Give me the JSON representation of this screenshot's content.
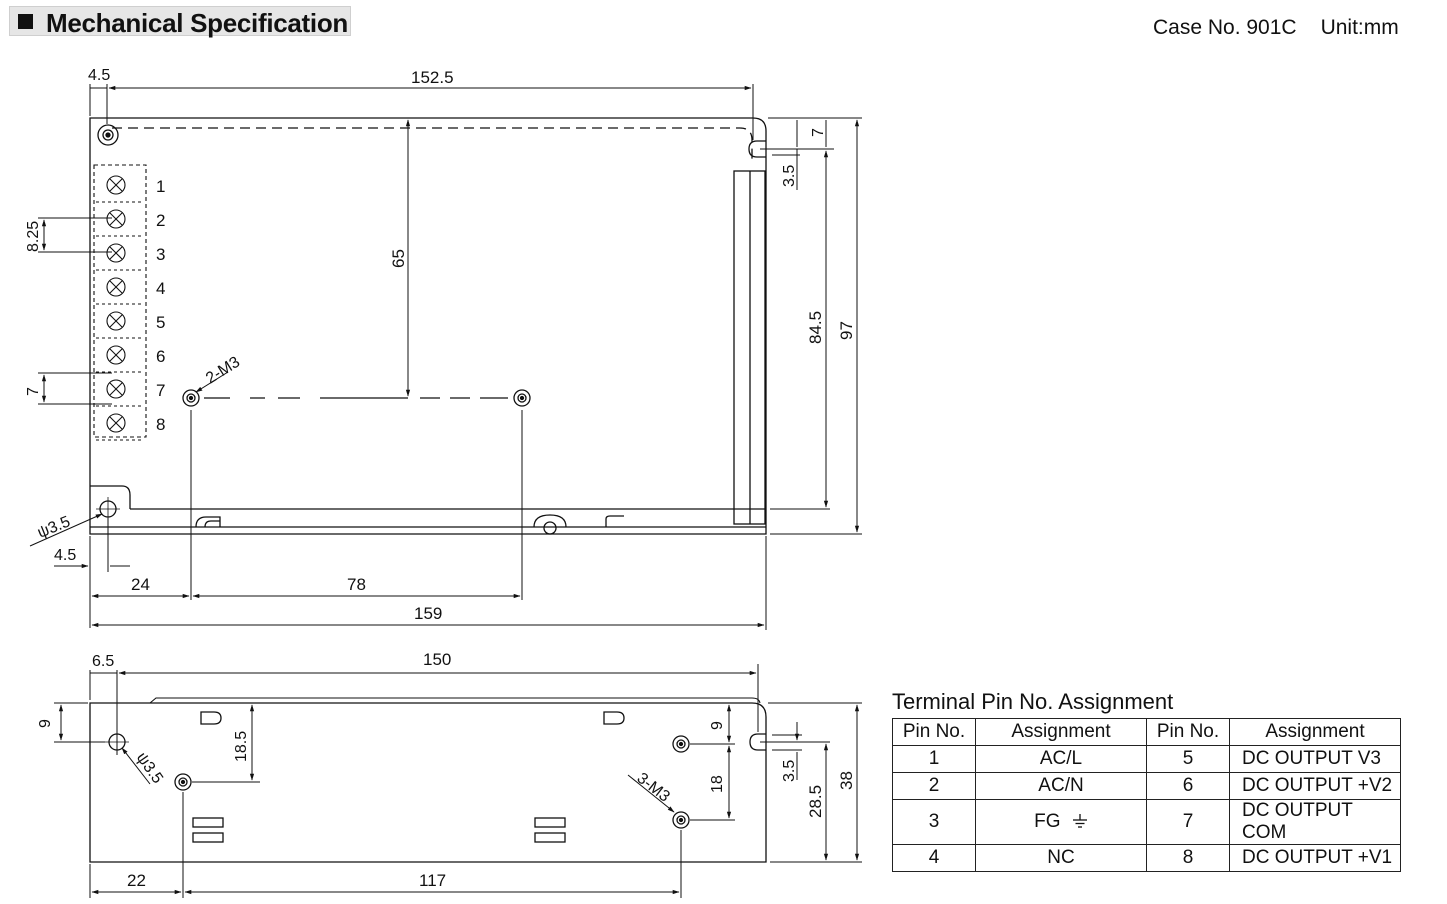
{
  "header": {
    "title": "Mechanical Specification"
  },
  "case_info": {
    "case_no": "Case No. 901C",
    "unit": "Unit:mm"
  },
  "top_view": {
    "dims": {
      "d4_5_top": "4.5",
      "d152_5": "152.5",
      "d7": "7",
      "d3_5": "3.5",
      "d84_5": "84.5",
      "d97": "97",
      "d8_25": "8.25",
      "d65": "65",
      "d7_left": "7",
      "m3": "2-M3",
      "hole": "ψ3.5",
      "d4_5_bottom": "4.5",
      "d24": "24",
      "d78": "78",
      "d159": "159"
    },
    "terminal_numbers": [
      "1",
      "2",
      "3",
      "4",
      "5",
      "6",
      "7",
      "8"
    ]
  },
  "side_view": {
    "dims": {
      "d6_5": "6.5",
      "d150": "150",
      "d9_left": "9",
      "d18_5": "18.5",
      "hole": "ψ3.5",
      "d9_right": "9",
      "d18": "18",
      "m3": "3-M3",
      "d3_5": "3.5",
      "d28_5": "28.5",
      "d38": "38",
      "d22": "22",
      "d117": "117"
    }
  },
  "pin_table": {
    "title": "Terminal Pin No.  Assignment",
    "headers": [
      "Pin No.",
      "Assignment",
      "Pin No.",
      "Assignment"
    ],
    "rows": [
      {
        "pin_a": "1",
        "assign_a": "AC/L",
        "pin_b": "5",
        "assign_b": "DC OUTPUT V3"
      },
      {
        "pin_a": "2",
        "assign_a": "AC/N",
        "pin_b": "6",
        "assign_b": "DC OUTPUT +V2"
      },
      {
        "pin_a": "3",
        "assign_a": "FG",
        "pin_b": "7",
        "assign_b": "DC OUTPUT COM"
      },
      {
        "pin_a": "4",
        "assign_a": "NC",
        "pin_b": "8",
        "assign_b": "DC OUTPUT +V1"
      }
    ]
  }
}
